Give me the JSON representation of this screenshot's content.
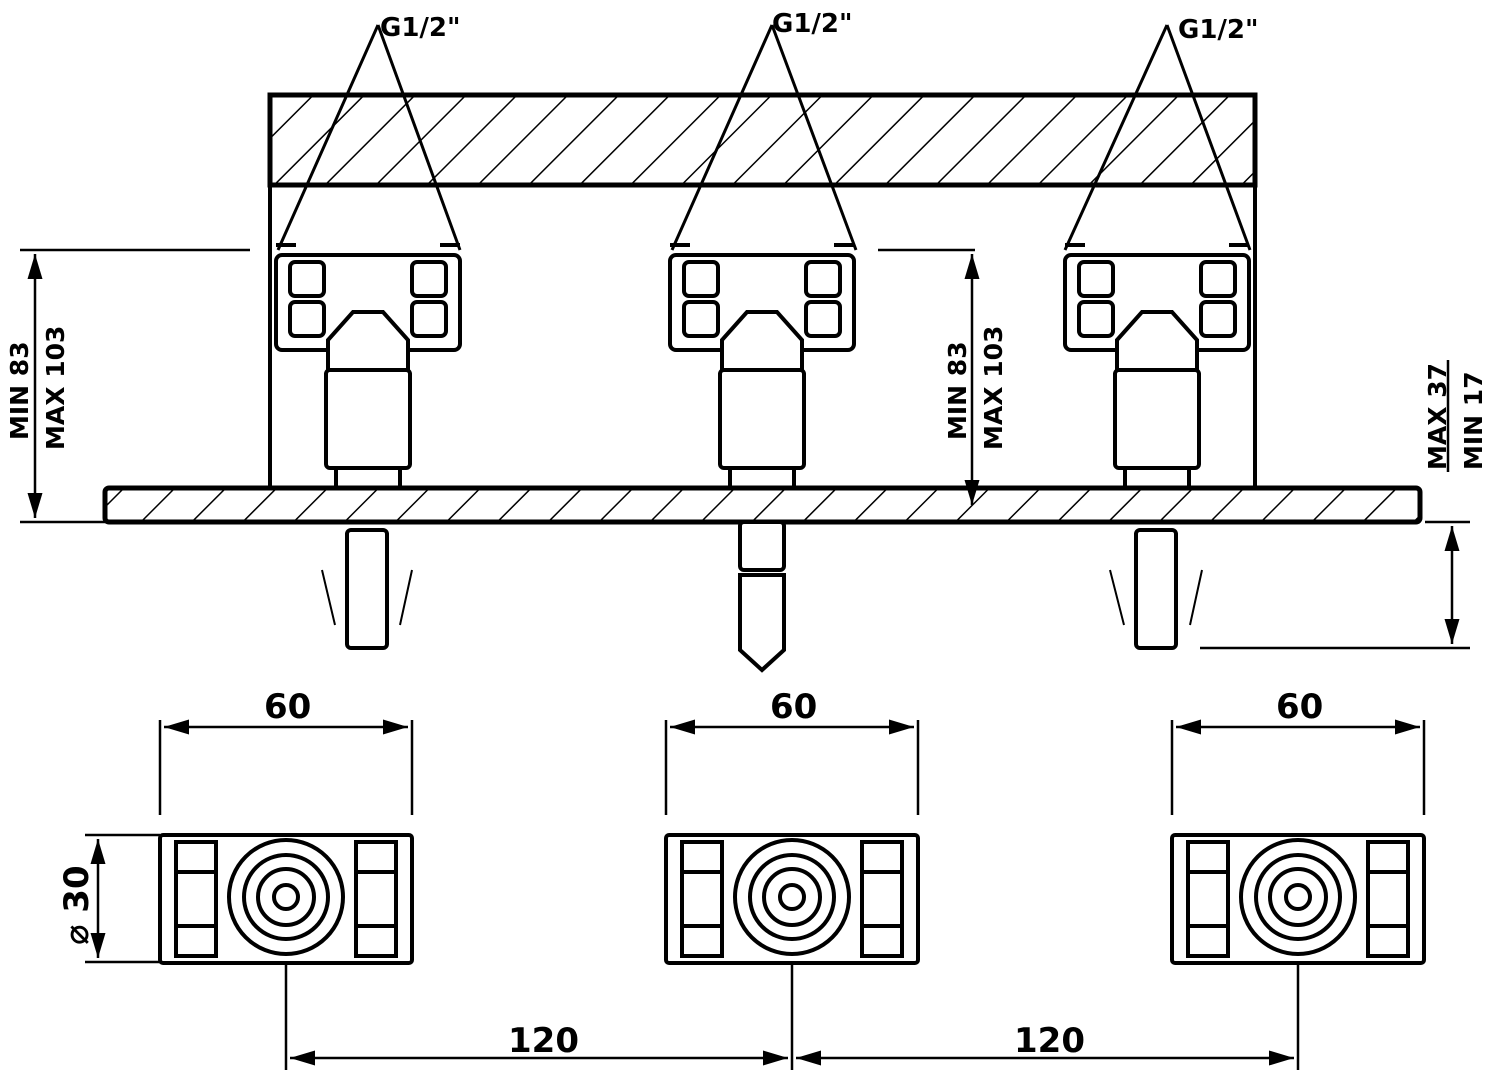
{
  "thread_labels": [
    "G1/2\"",
    "G1/2\"",
    "G1/2\""
  ],
  "depth_dimension": {
    "min": "MIN 83",
    "max": "MAX 103"
  },
  "projection_dimension": {
    "max": "MAX 37",
    "min": "MIN 17"
  },
  "width_labels": [
    "60",
    "60",
    "60"
  ],
  "diameter_label": "⌀ 30",
  "spacing_labels": [
    "120",
    "120"
  ]
}
